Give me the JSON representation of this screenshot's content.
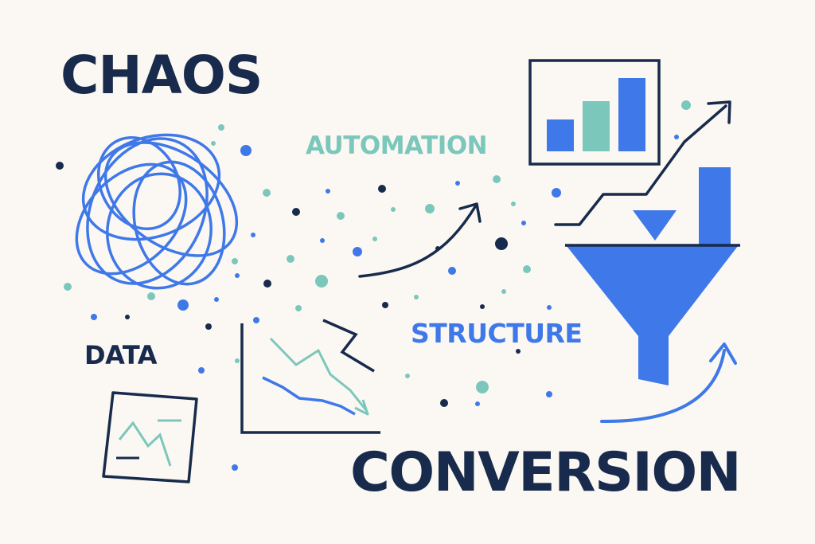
{
  "colors": {
    "background": "#fbf8f3",
    "navy": "#182b4c",
    "blue": "#3f78e8",
    "teal": "#7cc7bb"
  },
  "words": {
    "chaos": "CHAOS",
    "automation": "AUTOMATION",
    "structure": "STRUCTURE",
    "data": "DATA",
    "conversion": "CONVERSION"
  },
  "icons": {
    "scribble": "tangled-scribble-icon",
    "bar_chart": "bar-chart-icon",
    "funnel": "funnel-icon",
    "declining_chart": "declining-line-chart-icon",
    "data_card": "data-card-icon",
    "trend_arrow": "trend-up-arrow-icon"
  }
}
